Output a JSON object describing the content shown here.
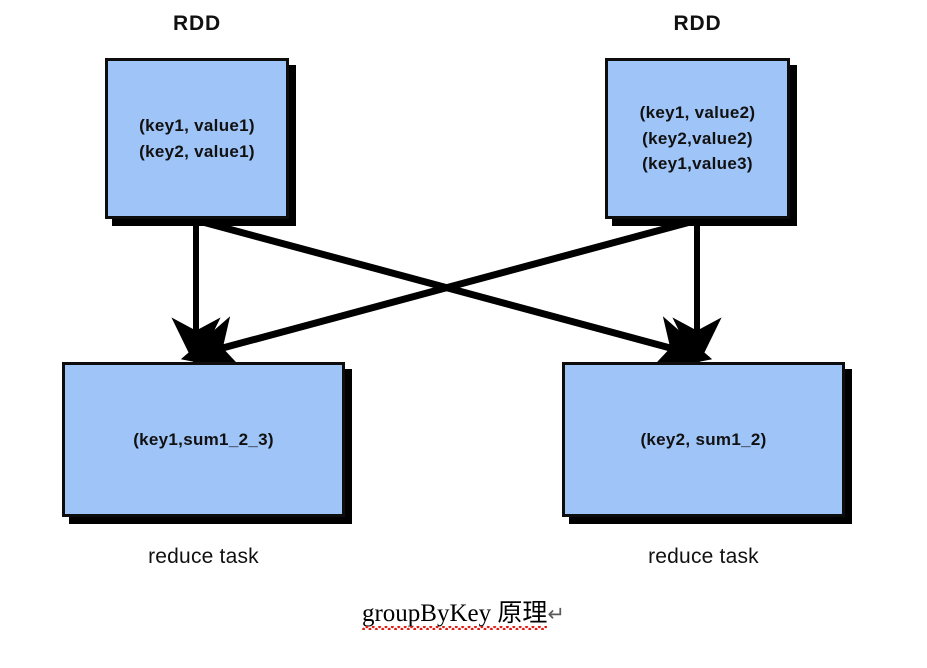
{
  "diagram": {
    "title_caption": "groupByKey 原理",
    "caption_mark": "↵",
    "colors": {
      "box_fill": "#9fc4f7",
      "box_border": "#0d0d0d",
      "arrow": "#000000",
      "spellcheck_underline": "#e01b12",
      "background": "#ffffff"
    },
    "source_nodes": [
      {
        "heading": "RDD",
        "lines": [
          "(key1, value1)",
          "(key2, value1)"
        ]
      },
      {
        "heading": "RDD",
        "lines": [
          "(key1, value2)",
          "(key2,value2)",
          "(key1,value3)"
        ]
      }
    ],
    "target_nodes": [
      {
        "lines": [
          "(key1,sum1_2_3)"
        ],
        "label": "reduce task"
      },
      {
        "lines": [
          "(key2, sum1_2)"
        ],
        "label": "reduce task"
      }
    ],
    "edges": [
      {
        "name": "rdd1-to-reduce1",
        "from": "source-rdd-1",
        "to": "reduce-task-1",
        "kind": "vertical"
      },
      {
        "name": "rdd1-to-reduce2",
        "from": "source-rdd-1",
        "to": "reduce-task-2",
        "kind": "diagonal"
      },
      {
        "name": "rdd2-to-reduce1",
        "from": "source-rdd-2",
        "to": "reduce-task-1",
        "kind": "diagonal"
      },
      {
        "name": "rdd2-to-reduce2",
        "from": "source-rdd-2",
        "to": "reduce-task-2",
        "kind": "vertical"
      }
    ]
  }
}
